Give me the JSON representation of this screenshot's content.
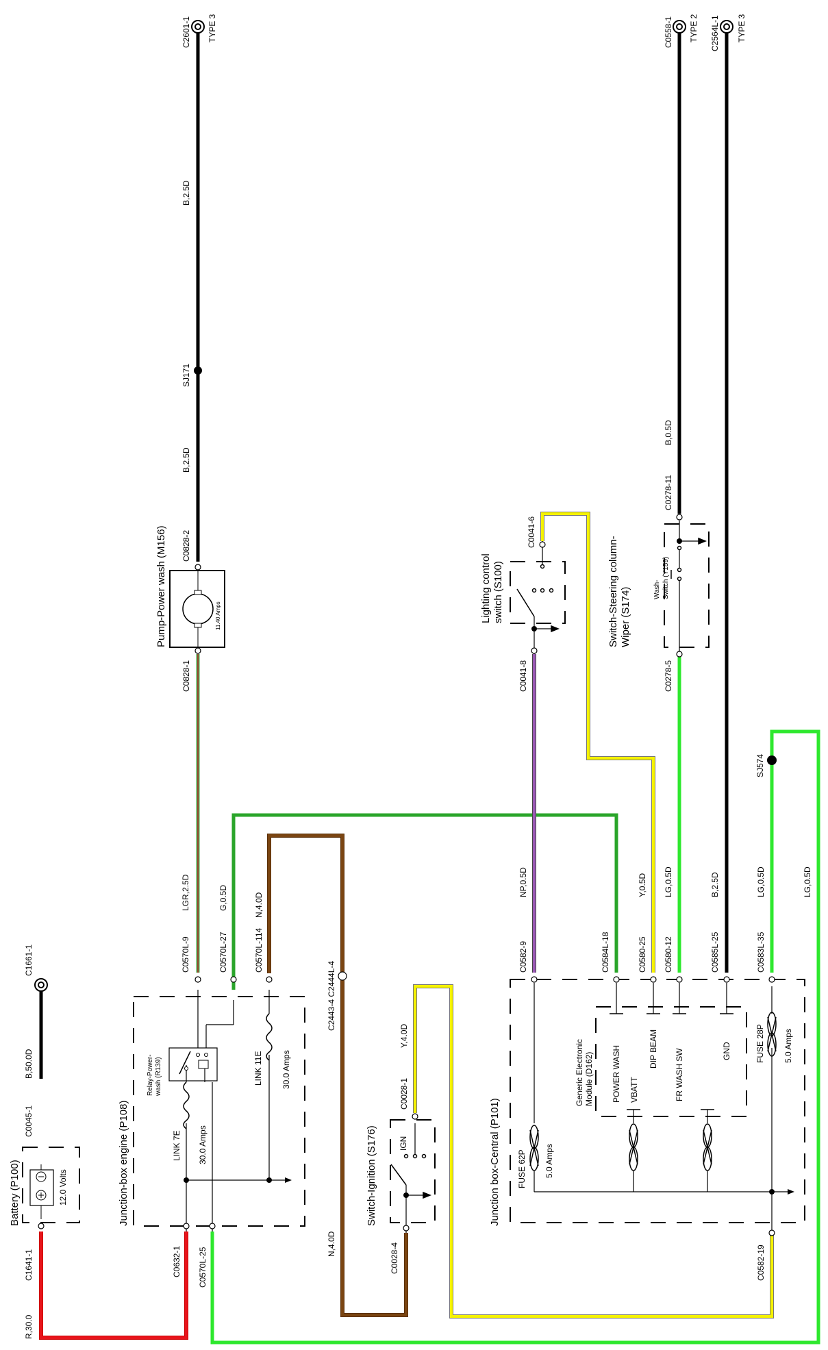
{
  "components": {
    "battery": {
      "title": "Battery (P100)",
      "voltage": "12.0 Volts"
    },
    "junction_engine": {
      "title": "Junction-box engine (P108)",
      "relay_line1": "Relay-Power-",
      "relay_line2": "wash (R139)",
      "link7e_name": "LINK 7E",
      "link7e_rating": "30.0 Amps",
      "link11e_name": "LINK 11E",
      "link11e_rating": "30.0 Amps"
    },
    "ignition": {
      "title": "Switch-Ignition (S176)",
      "ign_label": "IGN"
    },
    "central": {
      "title": "Junction box-Central (P101)",
      "fuse62p_name": "FUSE 62P",
      "fuse62p_rating": "5.0 Amps",
      "fuse28p_name": "FUSE 28P",
      "fuse28p_rating": "5.0 Amps",
      "module_line1": "Generic Electronic",
      "module_line2": "Module (D162)",
      "power_wash": "POWER WASH",
      "vbatt": "VBATT",
      "dip_beam": "DIP BEAM",
      "fr_wash_sw": "FR WASH SW",
      "gnd": "GND"
    },
    "pump": {
      "title": "Pump-Power wash (M156)",
      "rating": "11.40 Amps"
    },
    "lighting": {
      "title_line1": "Lighting control",
      "title_line2": "switch (S100)"
    },
    "steering": {
      "title_line1": "Switch-Steering column-",
      "title_line2": "Wiper (S174)",
      "wash_line1": "Wash-",
      "wash_line2": "Switch (Y159)"
    }
  },
  "connectors": {
    "c1661_1": "C1661-1",
    "c0045_1": "C0045-1",
    "c1641_1": "C1641-1",
    "c0632_1": "C0632-1",
    "c0570l_25": "C0570L-25",
    "c0570l_9": "C0570L-9",
    "c0570l_27": "C0570L-27",
    "c0570l_114": "C0570L-114",
    "c2443": "C2443-4  C2444L-4",
    "c0028_1": "C0028-1",
    "c0028_4": "C0028-4",
    "c0582_9": "C0582-9",
    "c0584l_18": "C0584L-18",
    "c0580_25": "C0580-25",
    "c0580_12": "C0580-12",
    "c0585l_25": "C0585L-25",
    "c0583l_35": "C0583L-35",
    "c0582_19": "C0582-19",
    "c0828_1": "C0828-1",
    "c0828_2": "C0828-2",
    "c2601_1": "C2601-1",
    "type3a": "TYPE 3",
    "c0041_8": "C0041-8",
    "c0041_6": "C0041-6",
    "c0278_5": "C0278-5",
    "c0278_11": "C0278-11",
    "c0558_1": "C0558-1",
    "type2": "TYPE 2",
    "c2564l_1": "C2564L-1",
    "type3b": "TYPE 3",
    "sj171": "SJ171",
    "sj574": "SJ574"
  },
  "wires": {
    "r30": "R,30.0",
    "b50": "B,50.0D",
    "n40_a": "N,4.0D",
    "n40_b": "N,4.0D",
    "y40": "Y,4.0D",
    "lgr25": "LGR,2.5D",
    "g05": "G,0.5D",
    "np05": "NP,0.5D",
    "y05": "Y,0.5D",
    "lg05_a": "LG,0.5D",
    "b25_a": "B,2.5D",
    "lg05_b": "LG,0.5D",
    "lg05_c": "LG,0.5D",
    "b25_b": "B,2.5D",
    "b25_c": "B,2.5D",
    "b05": "B,0.5D"
  },
  "colors": {
    "red": "#e8141b",
    "black": "#000000",
    "brown": "#7a4512",
    "yellow": "#f5f200",
    "green": "#2aa52a",
    "light_green": "#2ee82e",
    "purple": "#9b59b6",
    "lgr_green": "#4caf50",
    "lgr_red": "#b22222"
  }
}
